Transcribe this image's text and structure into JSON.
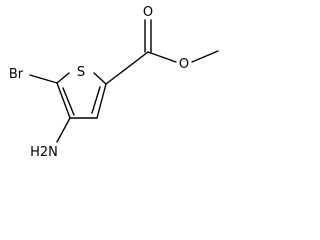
{
  "molecule": {
    "atoms": {
      "sulfur": "S",
      "oxygen_carbonyl": "O",
      "oxygen_ester": "O",
      "bromine": "Br",
      "amine": "H2N"
    },
    "colors": {
      "line": "#000000",
      "text": "#000000",
      "background": "#ffffff"
    }
  }
}
